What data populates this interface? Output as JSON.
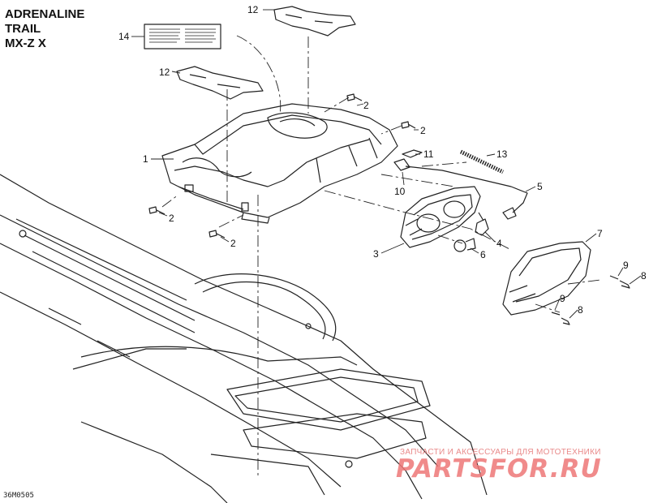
{
  "models": [
    "ADRENALINE",
    "TRAIL",
    "MX-Z X"
  ],
  "drawing_code": "36M0505",
  "watermark": {
    "caption": "ЗАПЧАСТИ И АКСЕССУАРЫ ДЛЯ МОТОТЕХНИКИ",
    "logo": "PARTSFOR.RU"
  },
  "callouts": [
    "12",
    "14",
    "12",
    "2",
    "2",
    "1",
    "11",
    "13",
    "10",
    "5",
    "2",
    "2",
    "3",
    "4",
    "6",
    "7",
    "9",
    "8",
    "9",
    "8"
  ]
}
